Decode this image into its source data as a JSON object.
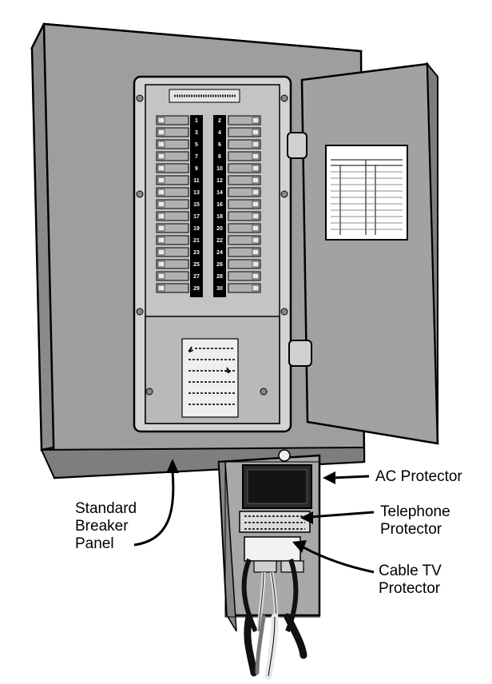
{
  "labels": {
    "ac_protector": "AC Protector",
    "telephone_protector": [
      "Telephone",
      "Protector"
    ],
    "cable_tv_protector": [
      "Cable TV",
      "Protector"
    ],
    "breaker_panel": [
      "Standard",
      "Breaker",
      "Panel"
    ]
  },
  "breaker_numbers": {
    "left": [
      "1",
      "3",
      "5",
      "7",
      "9",
      "11",
      "13",
      "15",
      "17",
      "19",
      "21",
      "23",
      "25",
      "27",
      "29"
    ],
    "right": [
      "2",
      "4",
      "6",
      "8",
      "10",
      "12",
      "14",
      "16",
      "18",
      "20",
      "22",
      "24",
      "26",
      "28",
      "30"
    ]
  },
  "colors": {
    "cabinet": "#9e9e9e",
    "cabinet_dark": "#7a7a7a",
    "cabinet_light": "#b8b8b8",
    "faceplate": "#c9c9c9",
    "breaker": "#b0b0b0",
    "outline": "#000000"
  }
}
